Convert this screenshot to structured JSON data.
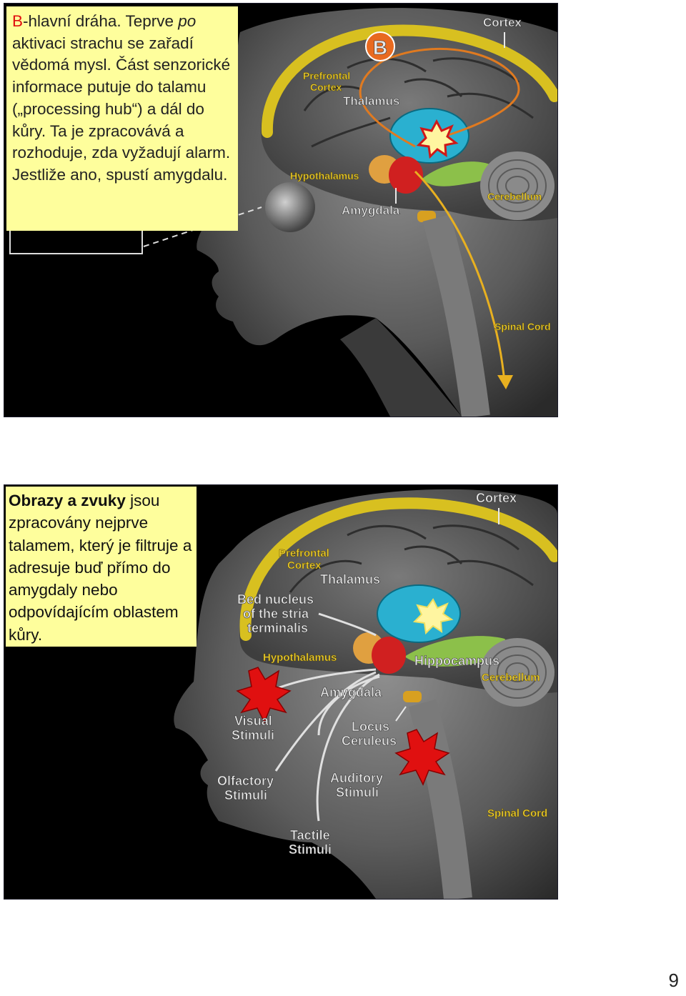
{
  "slide1": {
    "caption": {
      "b": "B",
      "t1": "-hlavní dráha. Teprve ",
      "po": "po",
      "t2": " aktivaci strachu se zařadí vědomá mysl. Část senzorické informace putuje do talamu („processing hub“) a dál do kůry. Ta je zpracovává a rozhoduje, zda vyžadují alarm. Jestliže ano, spustí amygdalu."
    },
    "labels": {
      "cortex": "Cortex",
      "prefrontal1": "Prefrontal",
      "prefrontal2": "Cortex",
      "thalamus": "Thalamus",
      "hypothalamus": "Hypothalamus",
      "amygdala": "Amygdala",
      "cerebellum": "Cerebellum",
      "spinal": "Spinal Cord",
      "badge": "B"
    }
  },
  "slide2": {
    "caption": {
      "bold": "Obrazy a zvuky",
      "rest": " jsou zpracovány nejprve talamem, který je filtruje a adresuje buď přímo do amygdaly nebo odpovídajícím oblastem kůry."
    },
    "labels": {
      "cortex": "Cortex",
      "prefrontal1": "Prefrontal",
      "prefrontal2": "Cortex",
      "thalamus": "Thalamus",
      "bed1": "Bed nucleus",
      "bed2": "of the stria",
      "bed3": "terminalis",
      "hypothalamus": "Hypothalamus",
      "hippocampus": "Hippocampus",
      "cerebellum": "Cerebellum",
      "amygdala": "Amygdala",
      "visual1": "Visual",
      "visual2": "Stimuli",
      "locus1": "Locus",
      "locus2": "Ceruleus",
      "olfactory1": "Olfactory",
      "olfactory2": "Stimuli",
      "auditory1": "Auditory",
      "auditory2": "Stimuli",
      "spinal": "Spinal Cord",
      "tactile1": "Tactile",
      "tactile2": "Stimuli"
    }
  },
  "page_number": "9"
}
